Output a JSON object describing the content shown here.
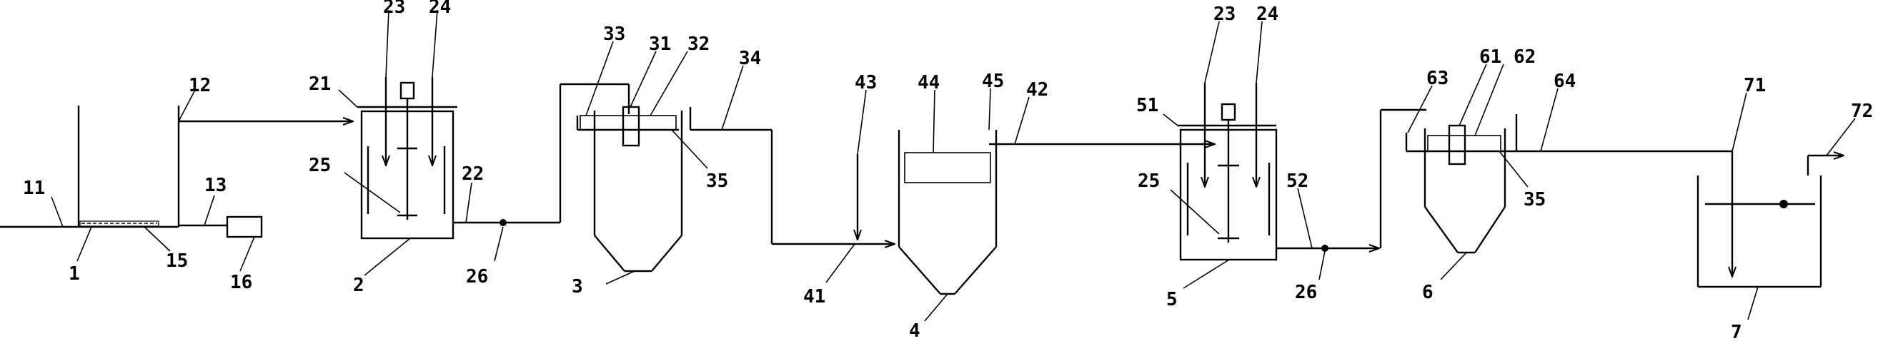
{
  "labels": {
    "l1": "1",
    "l11": "11",
    "l12": "12",
    "l13": "13",
    "l15": "15",
    "l16": "16",
    "l2": "2",
    "l21": "21",
    "l22": "22",
    "l23a": "23",
    "l24a": "24",
    "l25a": "25",
    "l26a": "26",
    "l3": "3",
    "l31": "31",
    "l32": "32",
    "l33": "33",
    "l34": "34",
    "l35a": "35",
    "l4": "4",
    "l41": "41",
    "l42": "42",
    "l43": "43",
    "l44": "44",
    "l45": "45",
    "l5": "5",
    "l51": "51",
    "l52": "52",
    "l23b": "23",
    "l24b": "24",
    "l25b": "25",
    "l26b": "26",
    "l6": "6",
    "l61": "61",
    "l62": "62",
    "l63": "63",
    "l64": "64",
    "l35b": "35",
    "l7": "7",
    "l71": "71",
    "l72": "72"
  }
}
